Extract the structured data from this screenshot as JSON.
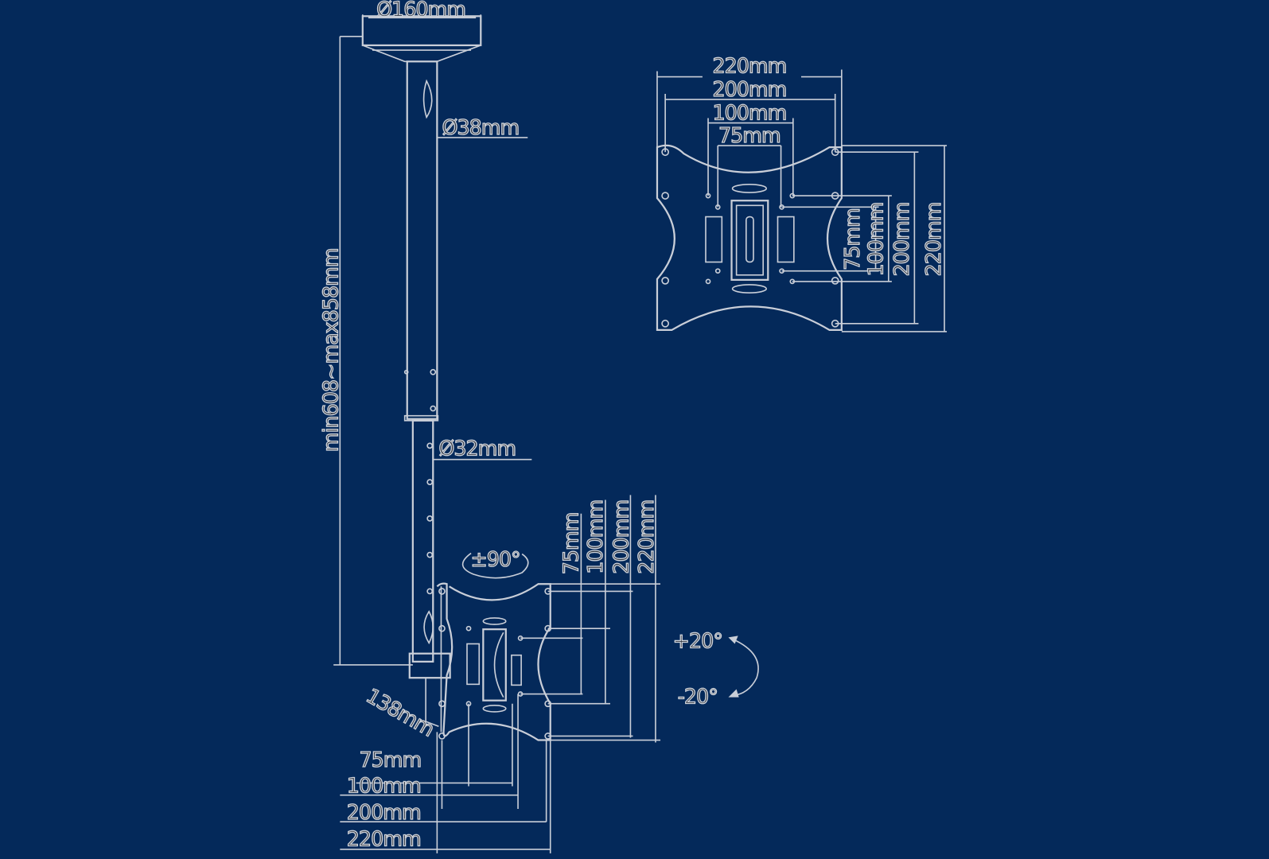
{
  "colors": {
    "background": "#04295a",
    "line": "#c9ced8"
  },
  "pole": {
    "ceiling_plate_diameter": "Ø160mm",
    "upper_tube_diameter": "Ø38mm",
    "lower_tube_diameter": "Ø32mm",
    "height_range": "min608~max858mm"
  },
  "top_plate": {
    "width_labels": [
      "220mm",
      "200mm",
      "100mm",
      "75mm"
    ],
    "height_labels": [
      "75mm",
      "100mm",
      "200mm",
      "220mm"
    ]
  },
  "bottom_plate": {
    "rotation": "±90°",
    "vertical_labels": [
      "75mm",
      "100mm",
      "200mm",
      "220mm"
    ],
    "horizontal_labels": [
      "75mm",
      "100mm",
      "200mm",
      "220mm"
    ],
    "depth": "138mm",
    "tilt_up": "+20°",
    "tilt_down": "-20°"
  }
}
